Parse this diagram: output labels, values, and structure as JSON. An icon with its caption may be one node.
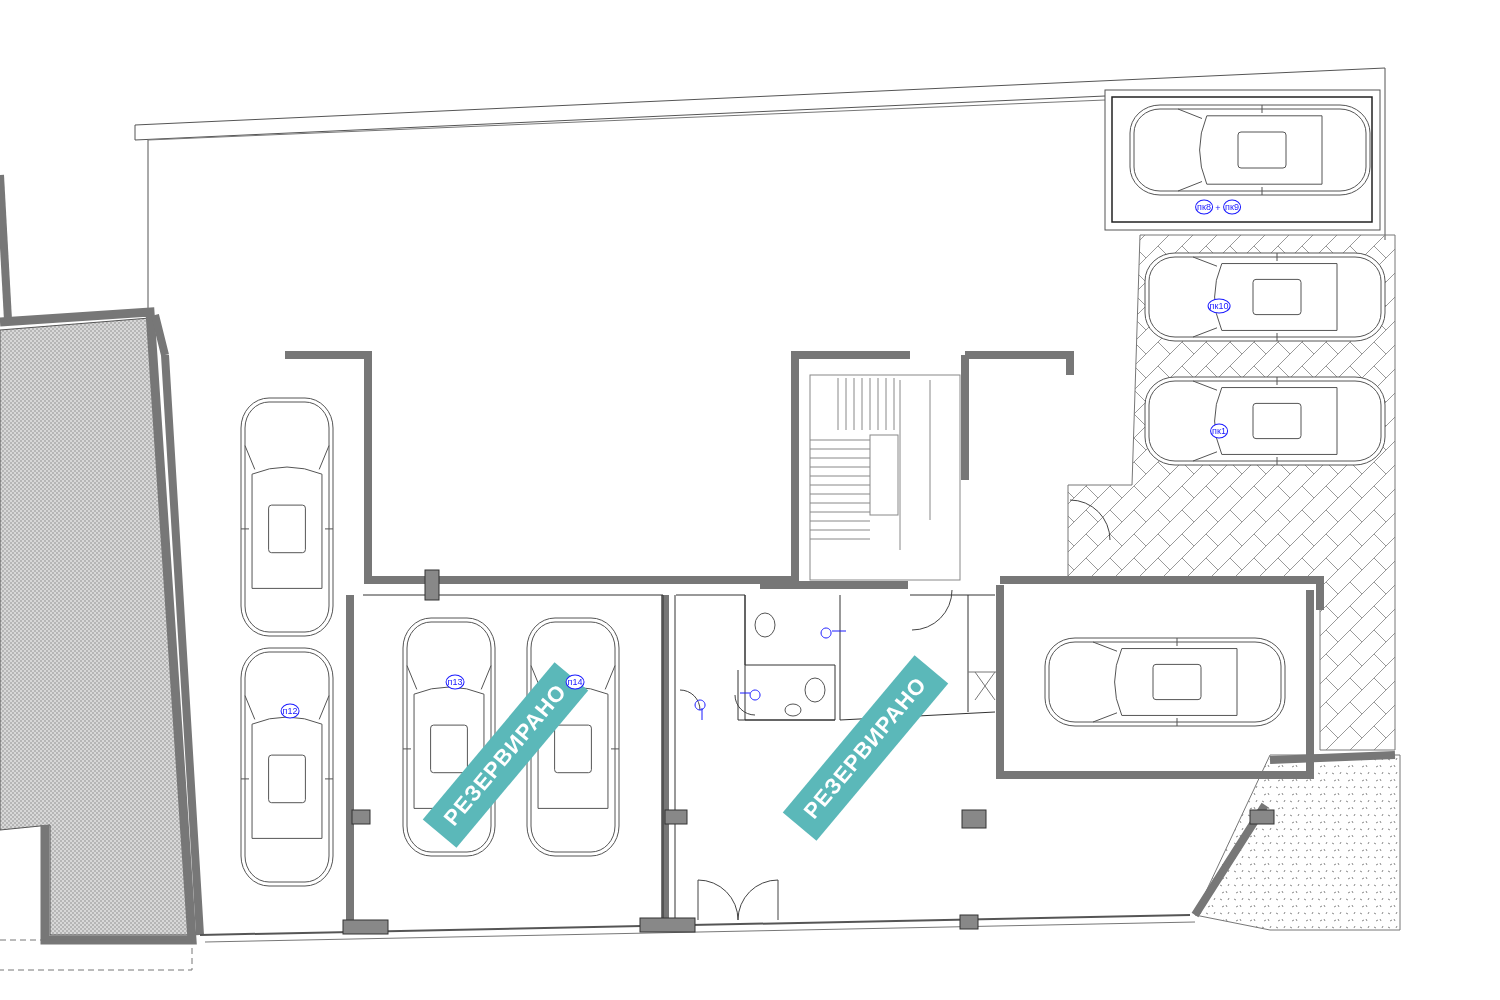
{
  "diagram": {
    "labels": [
      "пк8",
      "+",
      "пк9",
      "пк10",
      "пк1",
      "п13",
      "п14",
      "п12",
      "РЕЗЕРВИРАНО",
      "РЕЗЕРВИРАНО"
    ]
  }
}
